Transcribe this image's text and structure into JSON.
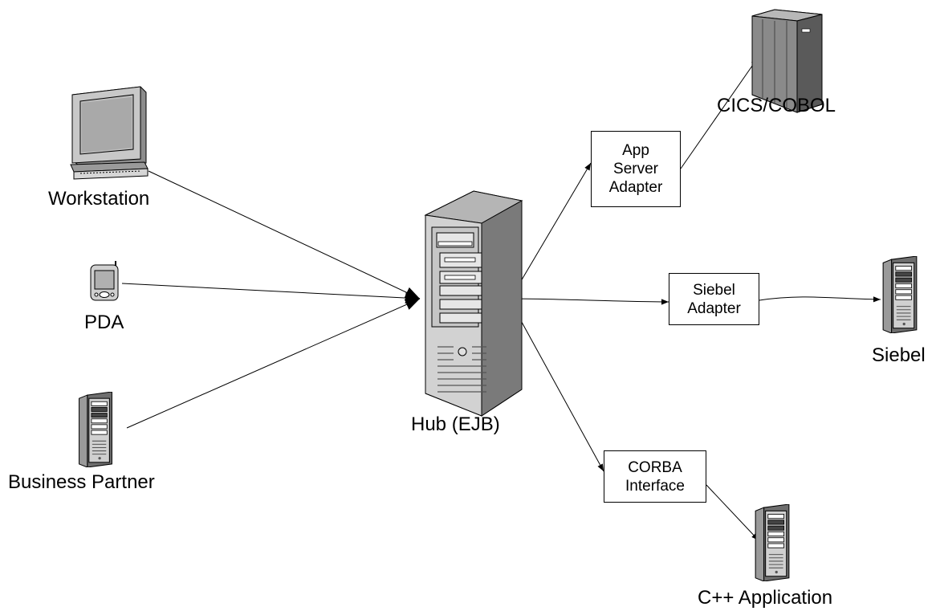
{
  "nodes": {
    "workstation": {
      "label": "Workstation",
      "icon": "workstation-icon"
    },
    "pda": {
      "label": "PDA",
      "icon": "pda-icon"
    },
    "business_partner": {
      "label": "Business Partner",
      "icon": "server-tower-icon"
    },
    "hub": {
      "label": "Hub (EJB)",
      "icon": "server-tower-icon"
    },
    "cics": {
      "label": "CICS/COBOL",
      "icon": "mainframe-icon"
    },
    "siebel": {
      "label": "Siebel",
      "icon": "server-tower-icon"
    },
    "cpp_app": {
      "label": "C++ Application",
      "icon": "server-tower-icon"
    }
  },
  "adapters": {
    "app_server": {
      "lines": [
        "App",
        "Server",
        "Adapter"
      ]
    },
    "siebel_adapter": {
      "lines": [
        "Siebel",
        "Adapter"
      ]
    },
    "corba": {
      "lines": [
        "CORBA",
        "Interface"
      ]
    }
  },
  "colors": {
    "line": "#000000",
    "box_border": "#000000",
    "device_gray": "#c8c8c8",
    "screen": "#bdbdbd"
  }
}
